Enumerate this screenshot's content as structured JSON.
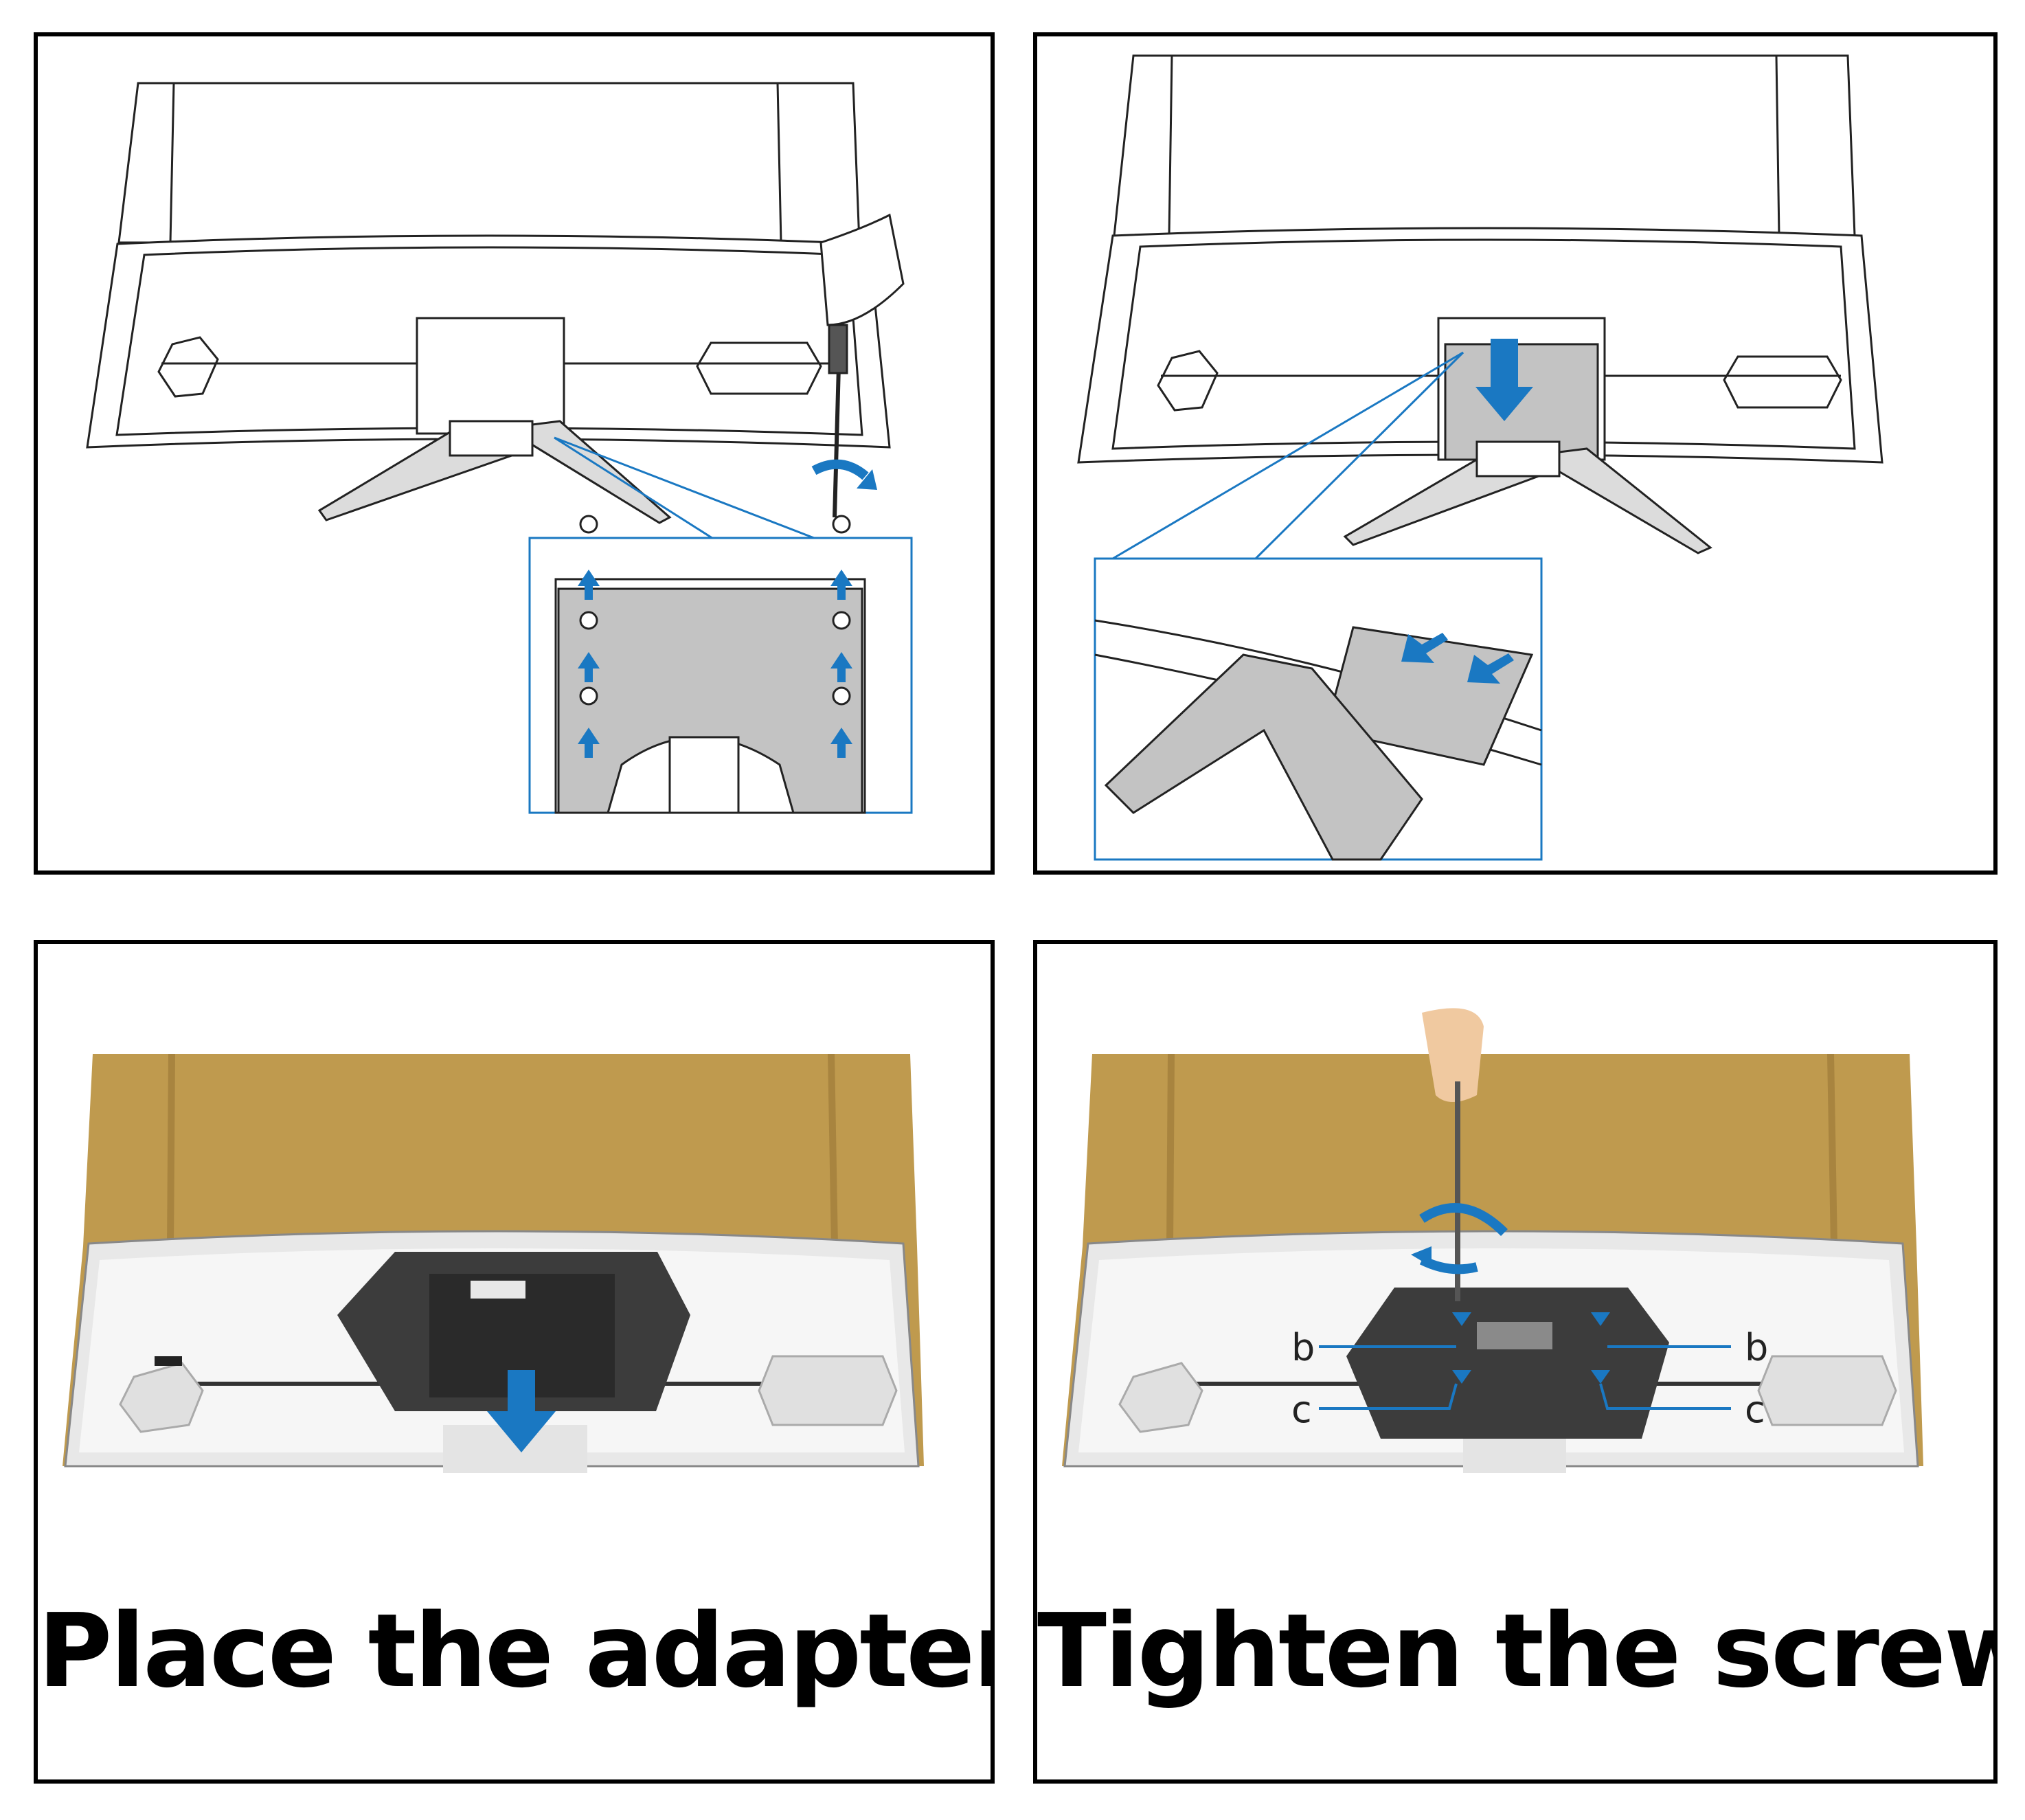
{
  "panels": [
    {
      "id": "remove-stand-screws",
      "caption": ""
    },
    {
      "id": "slide-adapter",
      "caption": ""
    },
    {
      "id": "place-adapter",
      "caption": "Place the adapter"
    },
    {
      "id": "tighten-screws",
      "caption": "Tighten the screws",
      "labels": [
        "b",
        "b",
        "c",
        "c"
      ]
    }
  ],
  "colors": {
    "arrow": "#1a78c2",
    "plate": "#c3c3c3",
    "adapter": "#3c3c3c",
    "cardboard": "#bf9a4e",
    "frame": "#000000"
  }
}
